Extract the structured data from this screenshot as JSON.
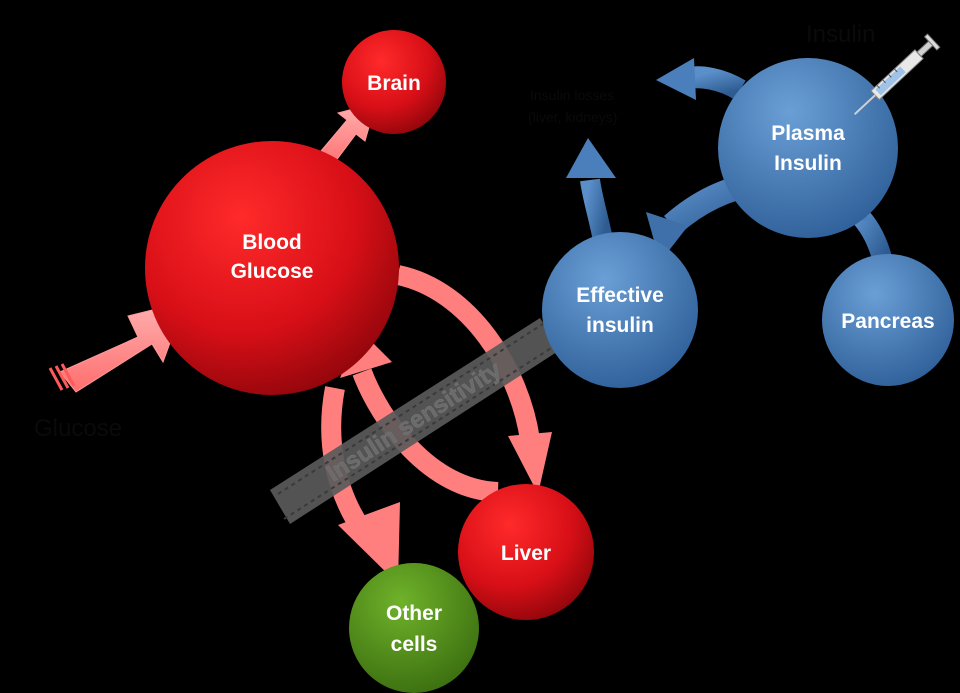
{
  "nodes": {
    "brain": "Brain",
    "blood_glucose": [
      "Blood",
      "Glucose"
    ],
    "liver": "Liver",
    "other_cells": [
      "Other",
      "cells"
    ],
    "effective_insulin": [
      "Effective",
      "insulin"
    ],
    "plasma_insulin": [
      "Plasma",
      "Insulin"
    ],
    "pancreas": "Pancreas"
  },
  "labels": {
    "glucose_input": "Glucose",
    "insulin_input": "Insulin",
    "insulin_losses": [
      "Insulin losses",
      "(liver, kidneys)"
    ],
    "insulin_sensitivity": "Insulin sensitivity"
  },
  "colors": {
    "red_node": "#e0141c",
    "red_arrow": "#ff8585",
    "green_node": "#4f8f1a",
    "blue_node": "#4a7fb8",
    "blue_arrow": "#3f6fa6",
    "band_gray": "#5a5a5a"
  },
  "icons": {
    "syringe": "syringe-icon"
  }
}
